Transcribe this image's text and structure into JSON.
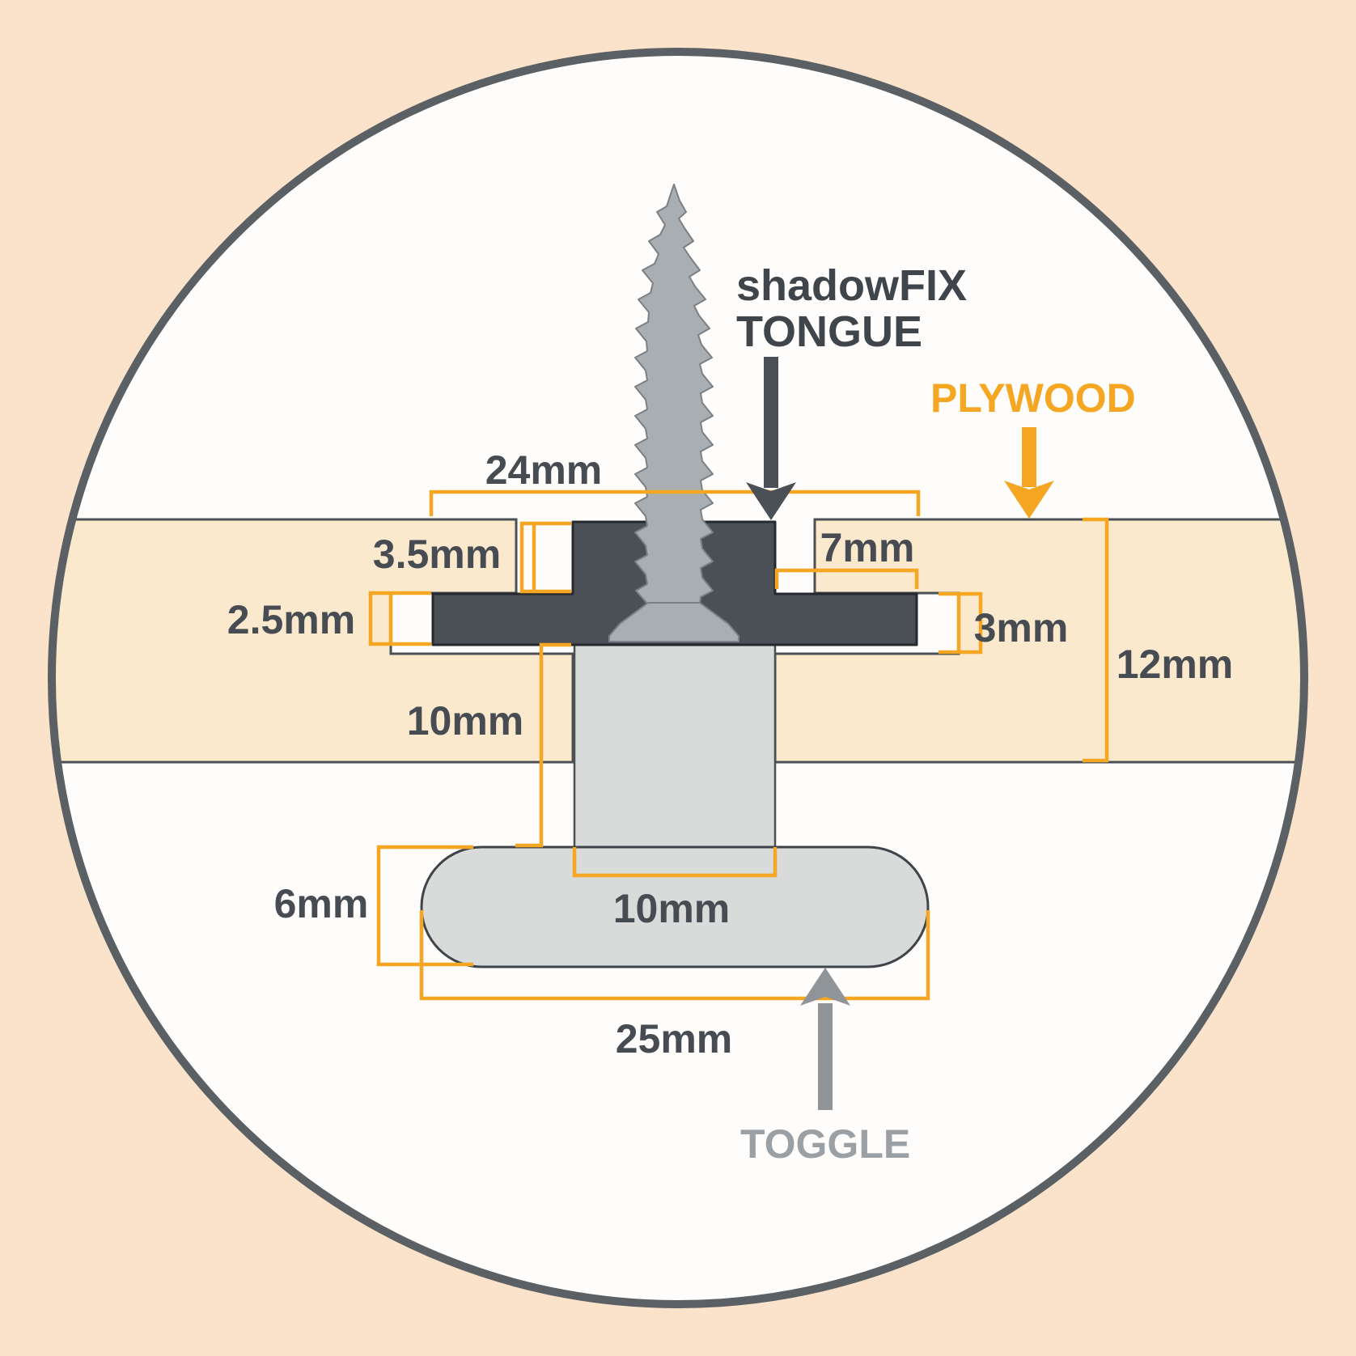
{
  "diagram": {
    "labels": {
      "tongue_line1": "shadowFIX",
      "tongue_line2": "TONGUE",
      "plywood": "PLYWOOD",
      "toggle": "TOGGLE"
    },
    "dimensions": {
      "top_width": "24mm",
      "rebate_height": "3.5mm",
      "flange_thickness": "2.5mm",
      "flange_insert": "7mm",
      "slot_height": "3mm",
      "plywood_thickness": "12mm",
      "drill_depth": "10mm",
      "stem_width": "10mm",
      "toggle_height": "6mm",
      "toggle_width": "25mm"
    },
    "colors": {
      "background": "#fbe3cb",
      "plywood_fill": "#fae9cd",
      "accent_orange": "#f5a623",
      "dark": "#4a5056",
      "screw_gray": "#a9aeb3",
      "toggle_gray": "#d8dbd9",
      "label_gray": "#9ba0a5",
      "text_dark": "#474c52",
      "circle_stroke": "#5a6064"
    }
  }
}
